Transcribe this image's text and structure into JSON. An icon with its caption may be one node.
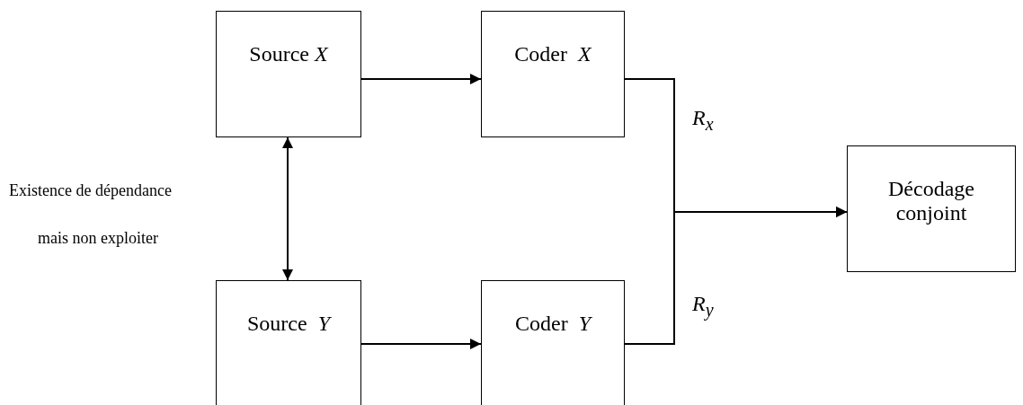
{
  "diagram": {
    "nodes": [
      {
        "text": [
          "Source *X*"
        ]
      },
      {
        "text": [
          "Coder  *X*"
        ]
      },
      {
        "text": [
          "Source  *Y*"
        ]
      },
      {
        "text": [
          "Coder  *Y*"
        ]
      },
      {
        "text": [
          "Décodage conjoint"
        ]
      }
    ],
    "edges": [
      {
        "from": 0,
        "to": 1,
        "arrow": "to"
      },
      {
        "from": 2,
        "to": 3,
        "arrow": "to"
      },
      {
        "from": 0,
        "to": 2,
        "arrow": "both"
      },
      {
        "from": 1,
        "to": 4,
        "arrow": "to",
        "label": "R$_{x}$"
      },
      {
        "from": 3,
        "to": 4,
        "arrow": "to",
        "label": "R$_{y}$"
      }
    ],
    "labels": [
      "Existence de dépendance",
      "mais non exploiter"
    ]
  }
}
